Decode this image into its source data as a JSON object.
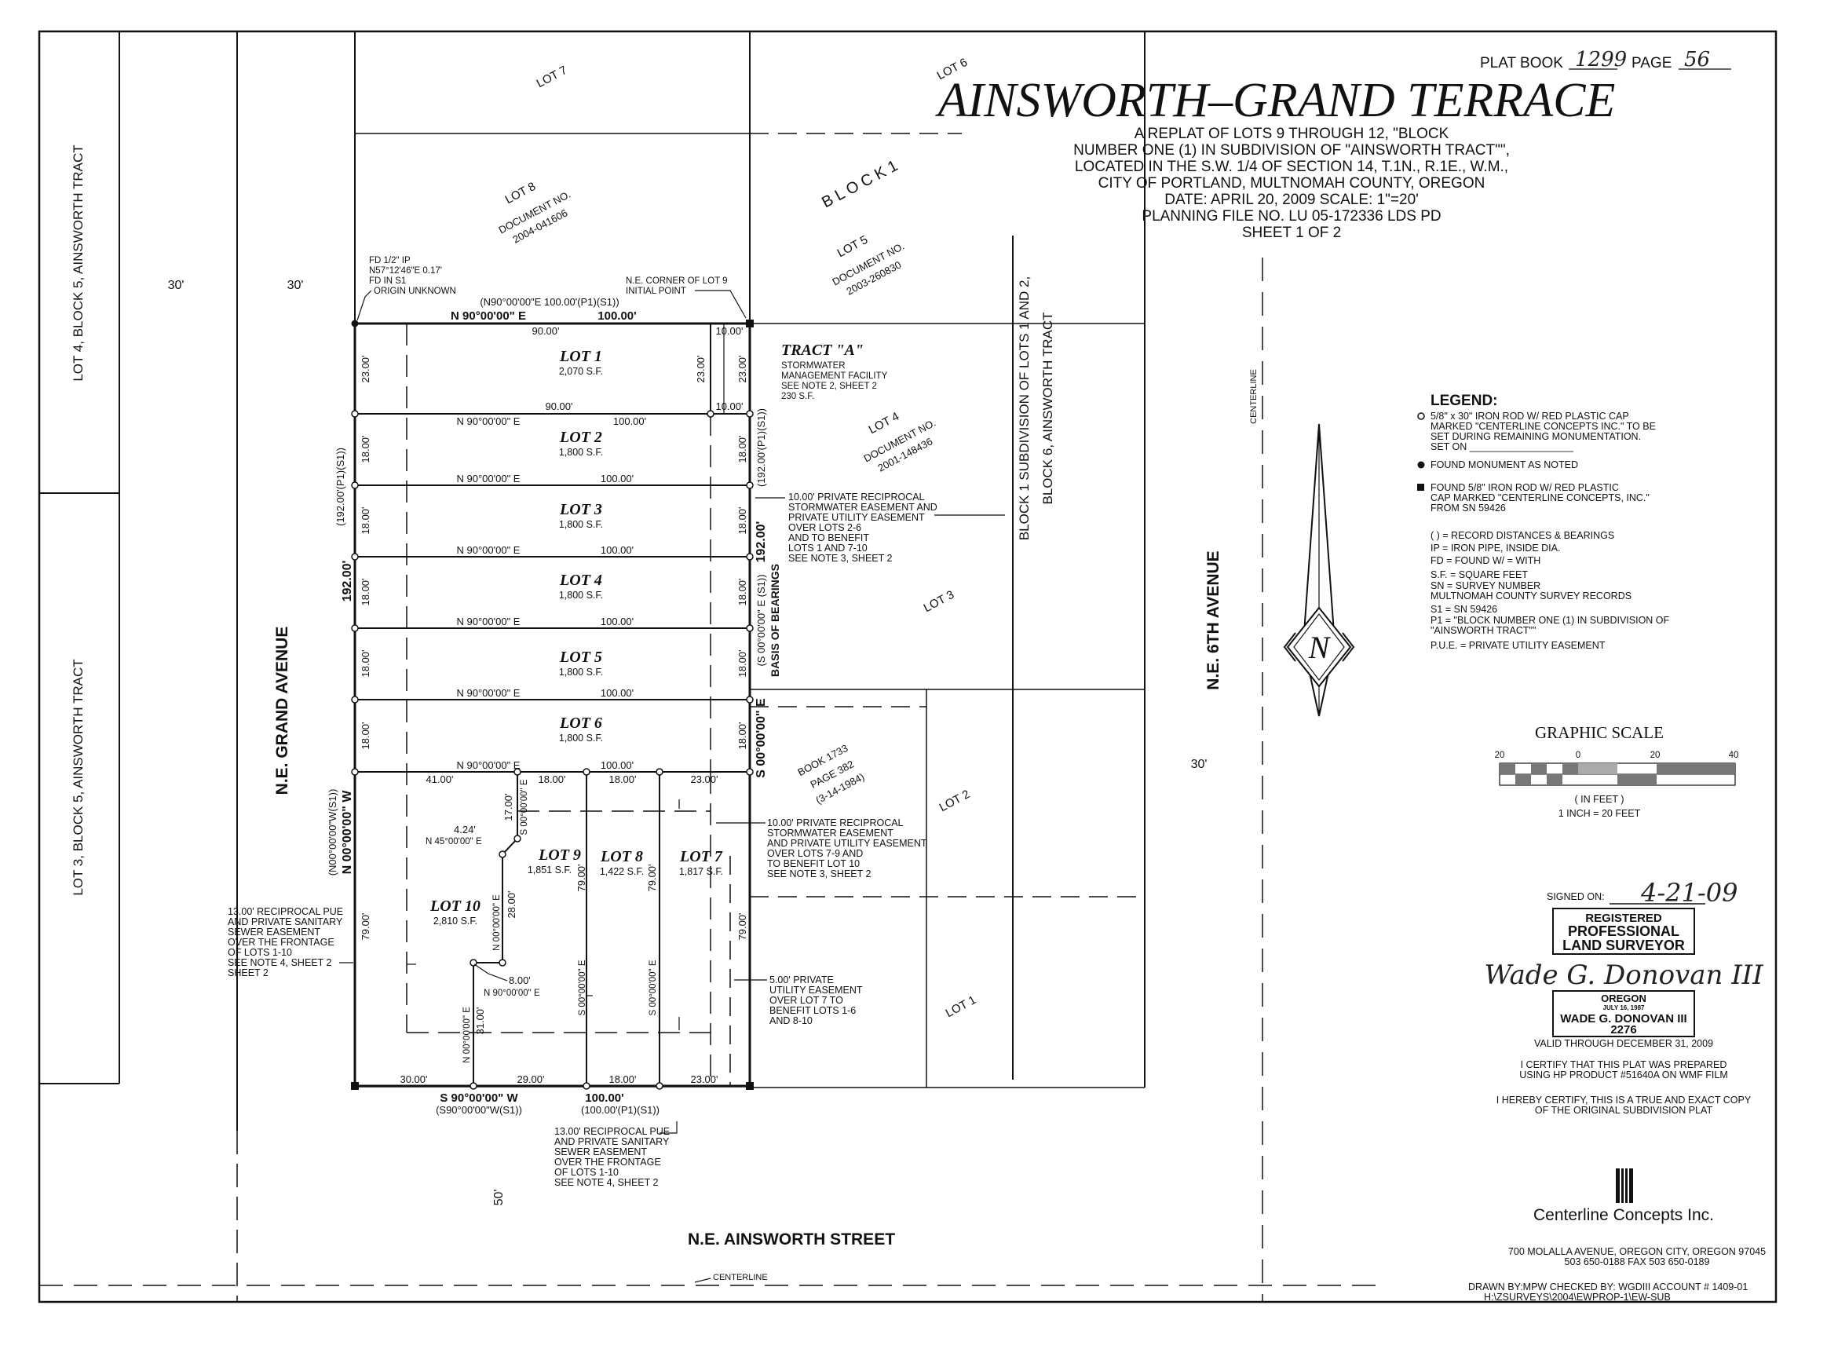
{
  "header": {
    "plat_book_label": "PLAT BOOK",
    "plat_book_value": "1299",
    "page_label": "PAGE",
    "page_value": "56",
    "title": "AINSWORTH–GRAND TERRACE",
    "subtitle_lines": [
      "A REPLAT OF LOTS 9 THROUGH 12, \"BLOCK",
      "NUMBER ONE (1) IN SUBDIVISION OF \"AINSWORTH TRACT\"\",",
      "LOCATED IN THE S.W. 1/4 OF SECTION 14, T.1N., R.1E., W.M.,",
      "CITY OF PORTLAND, MULTNOMAH COUNTY, OREGON",
      "DATE:  APRIL 20, 2009   SCALE: 1\"=20'",
      "PLANNING FILE NO. LU 05-172336 LDS PD",
      "SHEET 1 OF 2"
    ]
  },
  "streets": {
    "grand": "N.E. GRAND AVENUE",
    "sixth": "N.E. 6TH AVENUE",
    "ainsworth": "N.E. AINSWORTH STREET",
    "centerline": "CENTERLINE",
    "centerline2": "CENTERLINE"
  },
  "side_strip": {
    "top": "LOT 4, BLOCK 5, AINSWORTH TRACT",
    "bottom": "LOT 3, BLOCK 5, AINSWORTH TRACT"
  },
  "widths": {
    "w30a": "30'",
    "w30b": "30'",
    "w30c": "30'",
    "w50": "50'"
  },
  "neighbors": {
    "lot7": "LOT 7",
    "lot6": "LOT 6",
    "lot8": "LOT 8",
    "lot8_doc1": "DOCUMENT NO.",
    "lot8_doc2": "2004-041606",
    "block1": "B L O C K   1",
    "lot5": "LOT 5",
    "lot5_doc1": "DOCUMENT NO.",
    "lot5_doc2": "2003-260830",
    "lot4": "LOT 4",
    "lot4_doc1": "DOCUMENT NO.",
    "lot4_doc2": "2001-148436",
    "lot3": "LOT 3",
    "lot2": "LOT 2",
    "lot1": "LOT 1",
    "book1": "BOOK 1733",
    "book2": "PAGE 382",
    "book3": "(3-14-1984)",
    "block1_sub1": "BLOCK 1 SUBDIVISION OF LOTS 1 AND 2,",
    "block1_sub2": "BLOCK 6, AINSWORTH TRACT"
  },
  "lots": [
    {
      "name": "LOT 1",
      "area": "2,070 S.F."
    },
    {
      "name": "LOT 2",
      "area": "1,800 S.F."
    },
    {
      "name": "LOT 3",
      "area": "1,800 S.F."
    },
    {
      "name": "LOT 4",
      "area": "1,800 S.F."
    },
    {
      "name": "LOT 5",
      "area": "1,800 S.F."
    },
    {
      "name": "LOT 6",
      "area": "1,800 S.F."
    },
    {
      "name": "LOT 7",
      "area": "1,817 S.F."
    },
    {
      "name": "LOT 8",
      "area": "1,422 S.F."
    },
    {
      "name": "LOT 9",
      "area": "1,851 S.F."
    },
    {
      "name": "LOT 10",
      "area": "2,810 S.F."
    }
  ],
  "tract": {
    "name": "TRACT \"A\"",
    "lines": [
      "STORMWATER",
      "MANAGEMENT FACILITY",
      "SEE NOTE 2, SHEET 2",
      "230 S.F."
    ]
  },
  "survey_notes": {
    "fd_lines": [
      "FD 1/2\" IP",
      "N57°12'46\"E 0.17'",
      "FD IN S1",
      "ORIGIN UNKNOWN"
    ],
    "ne_corner": [
      "N.E. CORNER OF LOT 9",
      "INITIAL POINT"
    ],
    "top_record": "(N90°00'00\"E 100.00'(P1)(S1))",
    "top_bearing": "N 90°00'00\" E",
    "top_dist": "100.00'",
    "bottom_bearing": "S 90°00'00\" W",
    "bottom_dist": "100.00'",
    "bottom_record_left": "(S90°00'00\"W(S1))",
    "bottom_record_right": "(100.00'(P1)(S1))",
    "west_total": "192.00'",
    "west_record": "(192.00'(P1)(S1))",
    "west_bearing": "N 00°00'00\" W",
    "west_bearing_record": "(N00°00'00\"W(S1))",
    "east_total": "192.00'",
    "east_record": "(192.00'(P1)(S1))",
    "east_bearing": "S 00°00'00\" E",
    "east_bearing_record": "(S 00°00'00\" E (S1))",
    "basis": "BASIS OF BEARINGS",
    "lot_bearing": "N 90°00'00\" E",
    "lot_dist": "100.00'",
    "d90a": "90.00'",
    "d90b": "90.00'",
    "d10a": "10.00'",
    "d10b": "10.00'",
    "d23": "23.00'",
    "d18": "18.00'",
    "d79": "79.00'",
    "d41": "41.00'",
    "d17": "17.00'",
    "d28": "28.00'",
    "d31": "31.00'",
    "d30": "30.00'",
    "d29": "29.00'",
    "d424": "4.24'",
    "b45": "N 45°00'00\" E",
    "bS00": "S 00°00'00\" E",
    "bN00": "N 00°00'00\" E",
    "d800": "8.00'",
    "b90": "N 90°00'00\" E"
  },
  "easements": {
    "e1": [
      "10.00' PRIVATE RECIPROCAL",
      "STORMWATER EASEMENT AND",
      "PRIVATE UTILITY EASEMENT",
      "OVER LOTS 2-6",
      "AND TO BENEFIT",
      "LOTS 1 AND 7-10",
      "SEE NOTE 3, SHEET 2"
    ],
    "e2": [
      "10.00' PRIVATE RECIPROCAL",
      "STORMWATER EASEMENT",
      "AND PRIVATE UTILITY EASEMENT",
      "OVER LOTS 7-9 AND",
      "TO BENEFIT LOT 10",
      "SEE NOTE 3, SHEET 2"
    ],
    "e3": [
      "5.00' PRIVATE",
      "UTILITY EASEMENT",
      "OVER LOT 7 TO",
      "BENEFIT LOTS 1-6",
      "AND 8-10"
    ],
    "e4": [
      "13.00' RECIPROCAL PUE",
      "AND PRIVATE SANITARY",
      "SEWER EASEMENT",
      "OVER THE FRONTAGE",
      "OF LOTS 1-10",
      "SEE NOTE 4, SHEET 2",
      "SHEET 2"
    ],
    "e5": [
      "13.00' RECIPROCAL PUE",
      "AND PRIVATE SANITARY",
      "SEWER EASEMENT",
      "OVER THE FRONTAGE",
      "OF LOTS 1-10",
      "SEE NOTE 4, SHEET 2"
    ]
  },
  "legend": {
    "title": "LEGEND:",
    "item1": [
      "5/8\" x 30\" IRON ROD W/ RED PLASTIC CAP",
      "MARKED \"CENTERLINE CONCEPTS INC.\" TO BE",
      "SET DURING REMAINING MONUMENTATION.",
      "SET ON ___________________"
    ],
    "item2": "FOUND MONUMENT AS NOTED",
    "item3": [
      "FOUND 5/8\" IRON ROD W/ RED PLASTIC",
      "CAP MARKED \"CENTERLINE CONCEPTS, INC.\"",
      "FROM SN 59426"
    ],
    "abbrev": [
      "(  ) = RECORD DISTANCES & BEARINGS",
      "IP = IRON PIPE, INSIDE DIA.",
      "FD = FOUND   W/ = WITH",
      "S.F. = SQUARE FEET",
      "SN = SURVEY NUMBER",
      "        MULTNOMAH COUNTY SURVEY RECORDS",
      "S1 = SN 59426",
      "P1 = \"BLOCK NUMBER ONE (1) IN SUBDIVISION OF",
      "        \"AINSWORTH TRACT\"\"",
      "P.U.E. = PRIVATE UTILITY EASEMENT"
    ]
  },
  "north": "N",
  "scale": {
    "title": "GRAPHIC SCALE",
    "ticks": [
      "20",
      "0",
      "20",
      "40"
    ],
    "unit": "( IN FEET )",
    "ratio": "1 INCH =  20 FEET"
  },
  "stamp": {
    "signed_label": "SIGNED ON:",
    "signed_date": "4-21-09",
    "reg1": "REGISTERED",
    "reg2": "PROFESSIONAL",
    "reg3": "LAND SURVEYOR",
    "signature": "Wade G. Donovan III",
    "state": "OREGON",
    "date": "JULY 16, 1987",
    "name": "WADE G. DONOVAN III",
    "number": "2276",
    "valid": "VALID THROUGH DECEMBER 31, 2009"
  },
  "certify": {
    "c1": [
      "I CERTIFY THAT THIS PLAT WAS PREPARED",
      "USING HP PRODUCT #51640A ON WMF FILM"
    ],
    "c2": [
      "I HEREBY CERTIFY, THIS IS A TRUE AND EXACT COPY",
      "OF THE ORIGINAL SUBDIVISION PLAT"
    ]
  },
  "company": {
    "name": "Centerline  Concepts  Inc.",
    "address": "700 MOLALLA AVENUE, OREGON CITY, OREGON 97045",
    "phone": "503 650-0188      FAX 503 650-0189"
  },
  "footer": {
    "drawn": "DRAWN BY:MPW    CHECKED BY: WGDIII   ACCOUNT # 1409-01",
    "path": "H:\\ZSURVEYS\\2004\\EWPROP-1\\EW-SUB"
  }
}
